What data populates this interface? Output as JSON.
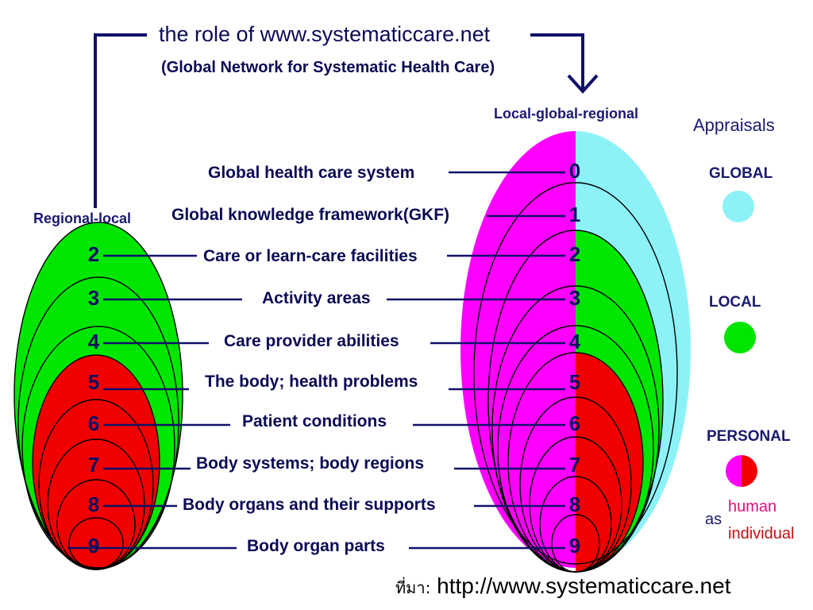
{
  "header": {
    "title": "the role of www.systematiccare.net",
    "subtitle": "(Global Network for Systematic Health Care)"
  },
  "left_diagram": {
    "heading": "Regional-local",
    "numbers": [
      "2",
      "3",
      "4",
      "5",
      "6",
      "7",
      "8",
      "9"
    ]
  },
  "right_diagram": {
    "heading": "Local-global-regional",
    "numbers": [
      "0",
      "1",
      "2",
      "3",
      "4",
      "5",
      "6",
      "7",
      "8",
      "9"
    ]
  },
  "levels": [
    {
      "label": "Global health care system"
    },
    {
      "label": "Global knowledge framework(GKF)"
    },
    {
      "label": "Care or learn-care facilities"
    },
    {
      "label": "Activity areas"
    },
    {
      "label": "Care provider abilities"
    },
    {
      "label": "The body; health problems"
    },
    {
      "label": "Patient conditions"
    },
    {
      "label": "Body systems; body regions"
    },
    {
      "label": "Body organs and their supports"
    },
    {
      "label": "Body organ parts"
    }
  ],
  "legend": {
    "title": "Appraisals",
    "global": "GLOBAL",
    "local": "LOCAL",
    "personal": "PERSONAL",
    "as_text": "as",
    "human": "human",
    "individual": "individual",
    "colors": {
      "global": "#8cf2f8",
      "local": "#00e600",
      "personal_human": "#ff00ff",
      "personal_individual": "#f00000"
    }
  },
  "source": {
    "prefix": "ที่มา:",
    "url": "http://www.systematiccare.net"
  }
}
